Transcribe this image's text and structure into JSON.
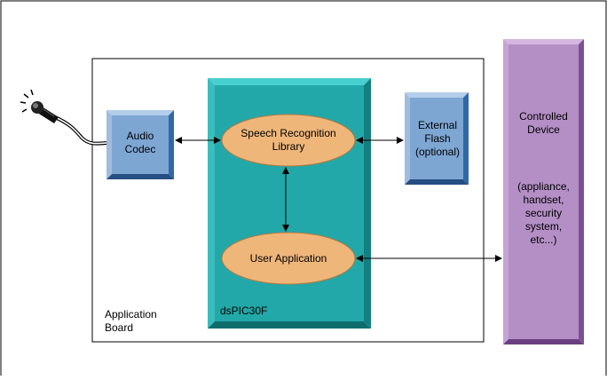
{
  "diagram": {
    "board": {
      "label_line1": "Application",
      "label_line2": "Board"
    },
    "audio_codec": {
      "line1": "Audio",
      "line2": "Codec"
    },
    "dspic": {
      "label": "dsPIC30F"
    },
    "speech_library": {
      "line1": "Speech Recognition",
      "line2": "Library"
    },
    "user_application": {
      "label": "User Application"
    },
    "external_flash": {
      "line1": "External",
      "line2": "Flash",
      "line3": "(optional)"
    },
    "controlled_device": {
      "line1": "Controlled",
      "line2": "Device",
      "detail_line1": "(appliance,",
      "detail_line2": "handset,",
      "detail_line3": "security",
      "detail_line4": "system,",
      "detail_line5": "etc...)"
    },
    "microphone": {
      "icon": "microphone-icon"
    }
  },
  "colors": {
    "teal": "#22a8a8",
    "teal_top": "#48cfd0",
    "teal_side": "#137f80",
    "blue": "#7ea6d3",
    "blue_top": "#b3cdea",
    "blue_side": "#2f68a8",
    "purple": "#b48fc6",
    "purple_top": "#d4b6e0",
    "purple_side": "#7d5094",
    "ellipse": "#efb67a",
    "ellipse_stroke": "#b77a3d"
  }
}
